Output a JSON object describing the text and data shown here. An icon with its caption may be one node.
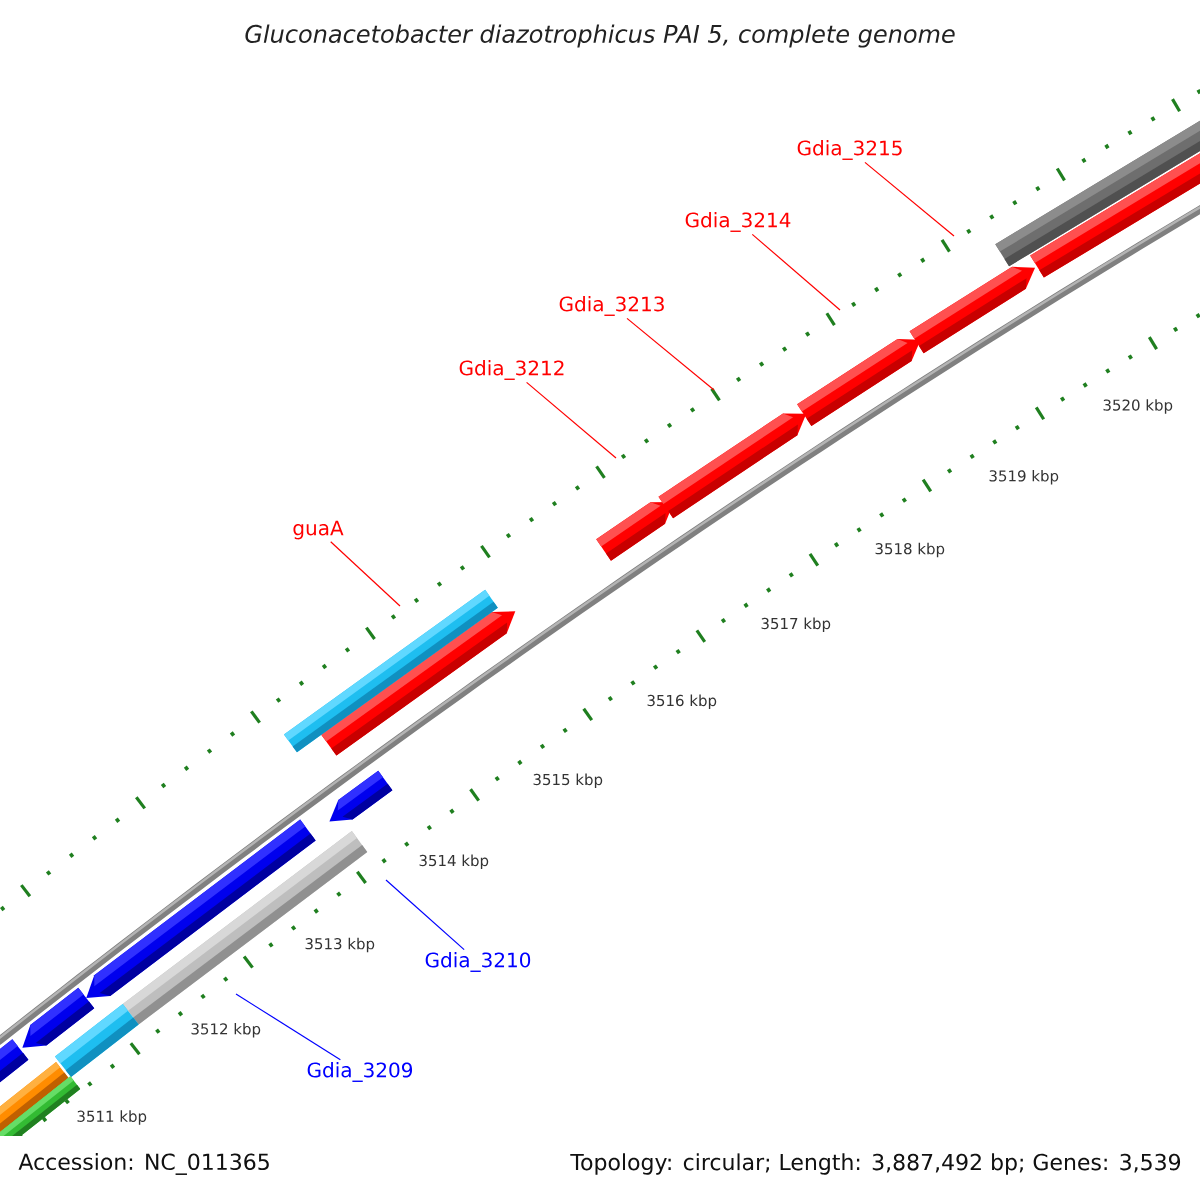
{
  "diagram": {
    "title": "Gluconacetobacter diazotrophicus PAI 5, complete genome",
    "nodes": [
      {
        "text": [
          "Gdia_3215"
        ]
      },
      {
        "text": [
          "Gdia_3214"
        ]
      },
      {
        "text": [
          "Gdia_3213"
        ]
      },
      {
        "text": [
          "Gdia_3212"
        ]
      },
      {
        "text": [
          "guaA"
        ]
      },
      {
        "text": [
          "Gdia_3210"
        ]
      },
      {
        "text": [
          "Gdia_3209"
        ]
      }
    ],
    "edges": [
      {
        "from": 0,
        "to": null,
        "arrow": "none"
      },
      {
        "from": 1,
        "to": null,
        "arrow": "none"
      },
      {
        "from": 2,
        "to": null,
        "arrow": "none"
      },
      {
        "from": 3,
        "to": null,
        "arrow": "none"
      },
      {
        "from": 4,
        "to": null,
        "arrow": "none"
      },
      {
        "from": 5,
        "to": null,
        "arrow": "none",
        "color": "#0000ff"
      },
      {
        "from": 6,
        "to": null,
        "arrow": "none",
        "color": "#0000ff"
      }
    ],
    "labels": [
      "3520 kbp",
      "3519 kbp",
      "3518 kbp",
      "3517 kbp",
      "3516 kbp",
      "3515 kbp",
      "3514 kbp",
      "3513 kbp",
      "3512 kbp",
      "3511 kbp",
      "Accession: NC_011365",
      "Topology: circular; Length: 3,887,492 bp; Genes: 3,539"
    ]
  }
}
